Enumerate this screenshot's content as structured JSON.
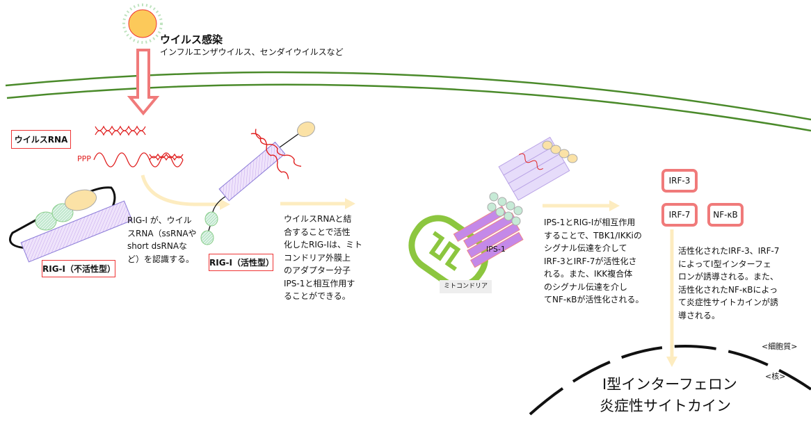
{
  "title": {
    "main": "ウイルス感染",
    "sub": "インフルエンザウイルス、センダイウイルスなど"
  },
  "labels": {
    "viral_rna": "ウイルスRNA",
    "ppp": "PPP",
    "rig_inactive": "RIG-I（不活性型）",
    "rig_active": "RIG-I（活性型）",
    "ips1": "IPS-1",
    "mitochondria": "ミトコンドリア",
    "irf3": "IRF-3",
    "irf7": "IRF-7",
    "nfkb": "NF-κB",
    "cytoplasm": "<細胞質>",
    "nucleus": "<核>",
    "output1": "Ⅰ型インターフェロン",
    "output2": "炎症性サイトカイン"
  },
  "texts": {
    "step1": "RIG-I が、ウイル\nスRNA（ssRNAや\nshort dsRNAな\nど）を認識する。",
    "step2": "ウイルスRNAと結\n合することで活性\n化したRIG-Iは、ミト\nコンドリア外膜上\nのアダプター分子\nIPS-1と相互作用す\nることができる。",
    "step3": "IPS-1とRIG-Iが相互作用\nすることで、TBK1/IKKiの\nシグナル伝達を介して\nIRF-3とIRF-7が活性化さ\nれる。また、IKK複合体\nのシグナル伝達を介し\nてNF-κBが活性化される。",
    "step4": "活性化されたIRF-3、IRF-7\nによってⅠ型インターフェ\nロンが誘導される。また、\n活性化されたNF-κBによっ\nて炎症性サイトカインが誘\n導される。"
  },
  "colors": {
    "membrane": "#4a8a2a",
    "rna": "#e02020",
    "arrow": "#fdecc0",
    "pink": "#f07a7a",
    "mito": "#8cc63f"
  }
}
